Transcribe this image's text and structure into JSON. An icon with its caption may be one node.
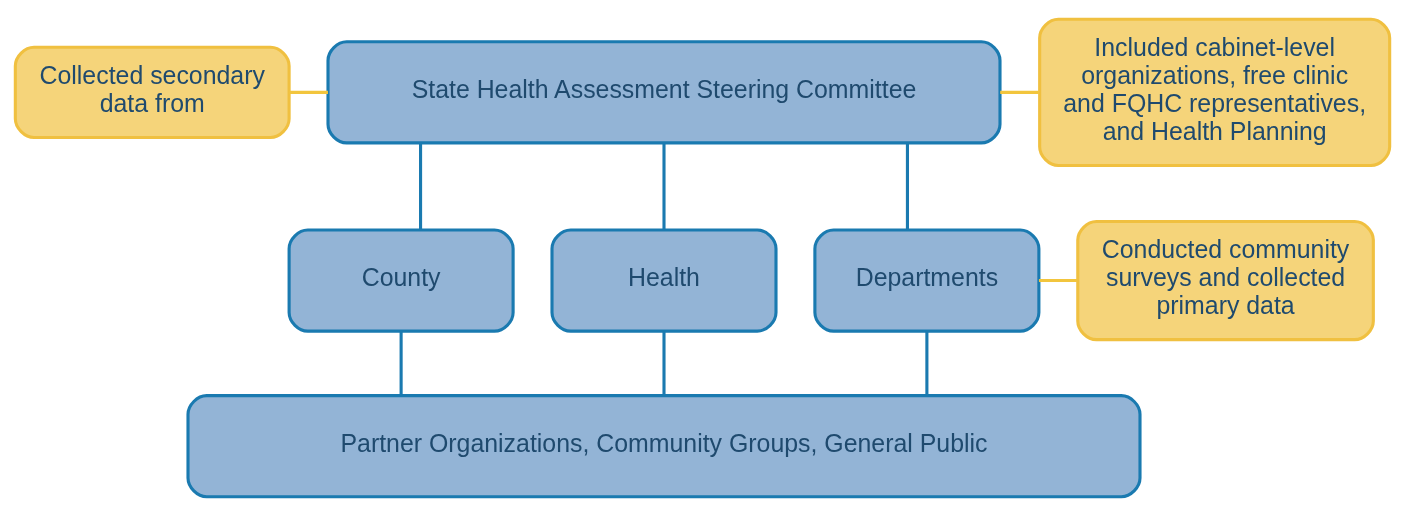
{
  "diagram": {
    "nodes": [
      {
        "text": [
          "State Health Assessment Steering Committee"
        ]
      },
      {
        "text": [
          "Included cabinet-level organizations, free clinic and FQHC representatives, and Health Planning"
        ]
      },
      {
        "text": [
          "Collected secondary data from"
        ]
      },
      {
        "text": [
          "County"
        ]
      },
      {
        "text": [
          "Health"
        ]
      },
      {
        "text": [
          "Departments"
        ]
      },
      {
        "text": [
          "Conducted community surveys and collected primary data"
        ]
      },
      {
        "text": [
          "Partner Organizations, Community Groups, General Public"
        ]
      }
    ],
    "edges": [
      {
        "from": 0,
        "to": 1,
        "arrow": "none",
        "color": "#f2c53d"
      },
      {
        "from": 2,
        "to": 0,
        "arrow": "none",
        "color": "#f2c53d"
      },
      {
        "from": 0,
        "to": 3,
        "arrow": "none"
      },
      {
        "from": 0,
        "to": 4,
        "arrow": "none"
      },
      {
        "from": 0,
        "to": 5,
        "arrow": "none"
      },
      {
        "from": 5,
        "to": 6,
        "arrow": "none",
        "color": "#f2c53d"
      },
      {
        "from": 3,
        "to": 7,
        "arrow": "none"
      },
      {
        "from": 4,
        "to": 7,
        "arrow": "none"
      },
      {
        "from": 5,
        "to": 7,
        "arrow": "none"
      }
    ]
  }
}
